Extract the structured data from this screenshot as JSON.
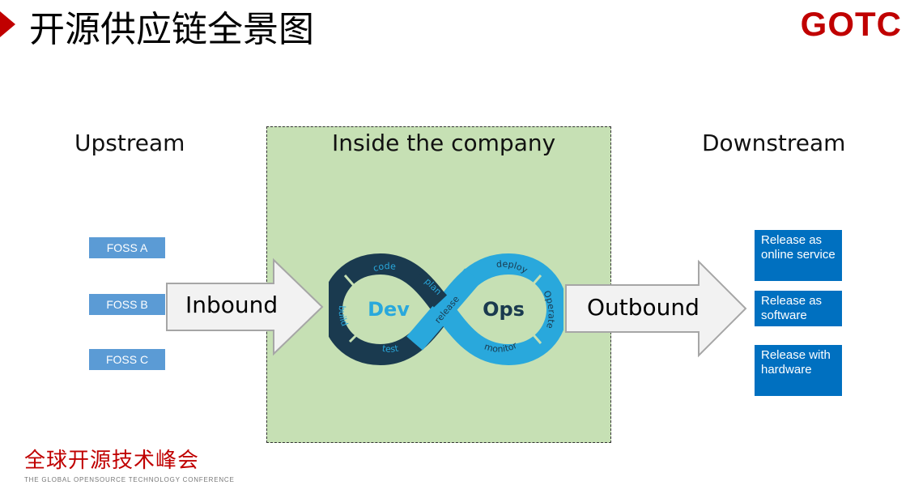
{
  "header": {
    "title": "开源供应链全景图",
    "logo_text": "GOTC",
    "accent_color": "#c00000"
  },
  "sections": {
    "upstream": "Upstream",
    "inside": "Inside the company",
    "downstream": "Downstream"
  },
  "foss_items": [
    "FOSS A",
    "FOSS B",
    "FOSS C"
  ],
  "arrows": {
    "inbound": "Inbound",
    "outbound": "Outbound"
  },
  "devops": {
    "dev": "Dev",
    "ops": "Ops",
    "stages": {
      "code": "code",
      "plan": "plan",
      "build": "build",
      "test": "test",
      "release": "release",
      "deploy": "deploy",
      "operate": "Operate",
      "monitor": "monitor"
    },
    "colors": {
      "dark": "#1a3a4f",
      "light": "#29a8dc"
    }
  },
  "release_items": [
    "Release as online service",
    "Release as software",
    "Release with hardware"
  ],
  "footer": {
    "cn": "全球开源技术峰会",
    "en": "THE GLOBAL OPENSOURCE TECHNOLOGY CONFERENCE"
  }
}
